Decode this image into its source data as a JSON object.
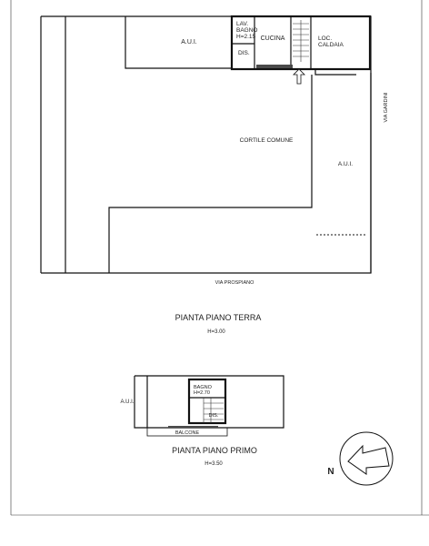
{
  "ground_floor": {
    "rooms": {
      "aui_left": "A.U.I.",
      "lav_bagno_line1": "LAV.",
      "lav_bagno_line2": "BAGNO",
      "lav_bagno_line3": "H=2.15",
      "dis": "DIS.",
      "cucina": "CUCINA",
      "loc_caldaia_line1": "LOC.",
      "loc_caldaia_line2": "CALDAIA",
      "cortile": "CORTILE COMUNE",
      "aui_right": "A.U.I."
    },
    "street_right": "VIA GARDINI",
    "street_bottom": "VIA PROSPIANO",
    "title": "PIANTA PIANO TERRA",
    "height": "H=3.00"
  },
  "first_floor": {
    "rooms": {
      "aui": "A.U.I.",
      "bagno_line1": "BAGNO",
      "bagno_line2": "H=2.70",
      "dis": "DIS.",
      "balcone": "BALCONE"
    },
    "title": "PIANTA PIANO PRIMO",
    "height": "H=3.50"
  },
  "north": {
    "letter": "N"
  }
}
